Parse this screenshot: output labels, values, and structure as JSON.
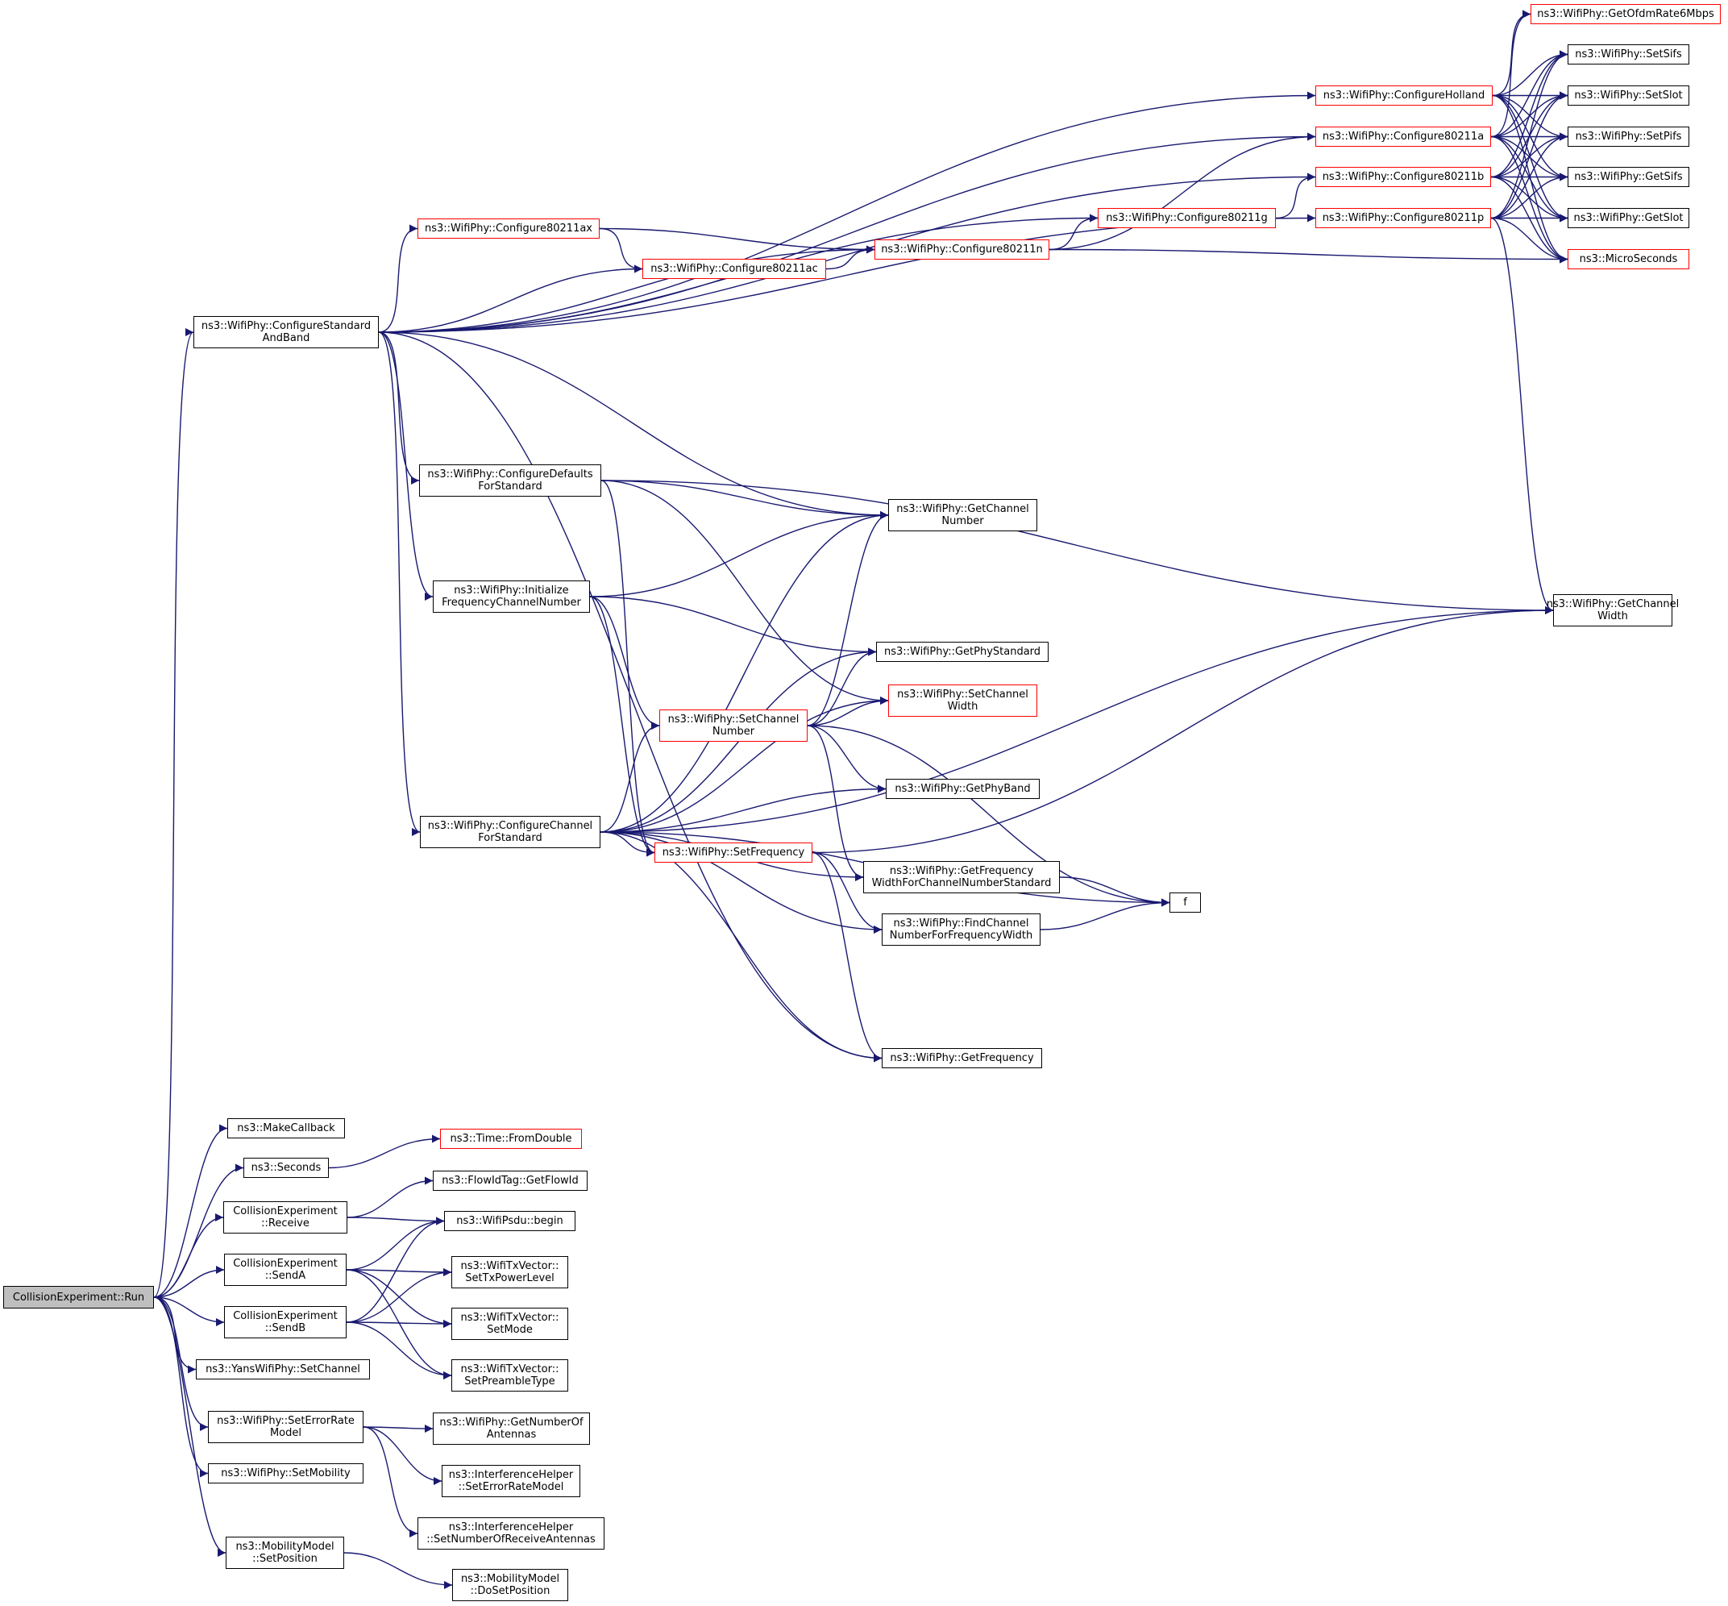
{
  "colors": {
    "edge": "#191970",
    "node_border": "#000000",
    "link_border": "#ff0000",
    "root_fill": "#bfbfbf"
  },
  "nodes": [
    {
      "id": "run",
      "label": "CollisionExperiment::Run",
      "style": "root"
    },
    {
      "id": "csab",
      "label": "ns3::WifiPhy::ConfigureStandard\nAndBand"
    },
    {
      "id": "mkcb",
      "label": "ns3::MakeCallback"
    },
    {
      "id": "secs",
      "label": "ns3::Seconds"
    },
    {
      "id": "recv",
      "label": "CollisionExperiment\n::Receive"
    },
    {
      "id": "senda",
      "label": "CollisionExperiment\n::SendA"
    },
    {
      "id": "sendb",
      "label": "CollisionExperiment\n::SendB"
    },
    {
      "id": "yset",
      "label": "ns3::YansWifiPhy::SetChannel"
    },
    {
      "id": "serm",
      "label": "ns3::WifiPhy::SetErrorRate\nModel"
    },
    {
      "id": "smob",
      "label": "ns3::WifiPhy::SetMobility"
    },
    {
      "id": "mmsp",
      "label": "ns3::MobilityModel\n::SetPosition"
    },
    {
      "id": "c11ax",
      "label": "ns3::WifiPhy::Configure80211ax",
      "style": "red"
    },
    {
      "id": "c11ac",
      "label": "ns3::WifiPhy::Configure80211ac",
      "style": "red"
    },
    {
      "id": "c11n",
      "label": "ns3::WifiPhy::Configure80211n",
      "style": "red"
    },
    {
      "id": "c11g",
      "label": "ns3::WifiPhy::Configure80211g",
      "style": "red"
    },
    {
      "id": "chol",
      "label": "ns3::WifiPhy::ConfigureHolland",
      "style": "red"
    },
    {
      "id": "c11a",
      "label": "ns3::WifiPhy::Configure80211a",
      "style": "red"
    },
    {
      "id": "c11b",
      "label": "ns3::WifiPhy::Configure80211b",
      "style": "red"
    },
    {
      "id": "c11p",
      "label": "ns3::WifiPhy::Configure80211p",
      "style": "red"
    },
    {
      "id": "gofdm",
      "label": "ns3::WifiPhy::GetOfdmRate6Mbps",
      "style": "red"
    },
    {
      "id": "ssifs",
      "label": "ns3::WifiPhy::SetSifs"
    },
    {
      "id": "sslot",
      "label": "ns3::WifiPhy::SetSlot"
    },
    {
      "id": "spifs",
      "label": "ns3::WifiPhy::SetPifs"
    },
    {
      "id": "gsifs",
      "label": "ns3::WifiPhy::GetSifs"
    },
    {
      "id": "gslot",
      "label": "ns3::WifiPhy::GetSlot"
    },
    {
      "id": "musec",
      "label": "ns3::MicroSeconds",
      "style": "red"
    },
    {
      "id": "cdfs",
      "label": "ns3::WifiPhy::ConfigureDefaults\nForStandard"
    },
    {
      "id": "ifcn",
      "label": "ns3::WifiPhy::Initialize\nFrequencyChannelNumber"
    },
    {
      "id": "ccfs",
      "label": "ns3::WifiPhy::ConfigureChannel\nForStandard"
    },
    {
      "id": "gchn",
      "label": "ns3::WifiPhy::GetChannel\nNumber"
    },
    {
      "id": "gchw",
      "label": "ns3::WifiPhy::GetChannel\nWidth"
    },
    {
      "id": "gpst",
      "label": "ns3::WifiPhy::GetPhyStandard"
    },
    {
      "id": "schw",
      "label": "ns3::WifiPhy::SetChannel\nWidth",
      "style": "red"
    },
    {
      "id": "schn",
      "label": "ns3::WifiPhy::SetChannel\nNumber",
      "style": "red"
    },
    {
      "id": "gpb",
      "label": "ns3::WifiPhy::GetPhyBand"
    },
    {
      "id": "sfrq",
      "label": "ns3::WifiPhy::SetFrequency",
      "style": "red"
    },
    {
      "id": "gfw",
      "label": "ns3::WifiPhy::GetFrequency\nWidthForChannelNumberStandard"
    },
    {
      "id": "fcn",
      "label": "ns3::WifiPhy::FindChannel\nNumberForFrequencyWidth"
    },
    {
      "id": "f",
      "label": "f"
    },
    {
      "id": "gfrq",
      "label": "ns3::WifiPhy::GetFrequency"
    },
    {
      "id": "tfd",
      "label": "ns3::Time::FromDouble",
      "style": "red"
    },
    {
      "id": "fgid",
      "label": "ns3::FlowIdTag::GetFlowId"
    },
    {
      "id": "psdu",
      "label": "ns3::WifiPsdu::begin"
    },
    {
      "id": "stpl",
      "label": "ns3::WifiTxVector::\nSetTxPowerLevel"
    },
    {
      "id": "smode",
      "label": "ns3::WifiTxVector::\nSetMode"
    },
    {
      "id": "spt",
      "label": "ns3::WifiTxVector::\nSetPreambleType"
    },
    {
      "id": "gnoa",
      "label": "ns3::WifiPhy::GetNumberOf\nAntennas"
    },
    {
      "id": "ihserm",
      "label": "ns3::InterferenceHelper\n::SetErrorRateModel"
    },
    {
      "id": "ihsnra",
      "label": "ns3::InterferenceHelper\n::SetNumberOfReceiveAntennas"
    },
    {
      "id": "mmdsp",
      "label": "ns3::MobilityModel\n::DoSetPosition"
    }
  ],
  "edges": [
    [
      "run",
      "csab"
    ],
    [
      "run",
      "mkcb"
    ],
    [
      "run",
      "secs"
    ],
    [
      "run",
      "recv"
    ],
    [
      "run",
      "senda"
    ],
    [
      "run",
      "sendb"
    ],
    [
      "run",
      "yset"
    ],
    [
      "run",
      "serm"
    ],
    [
      "run",
      "smob"
    ],
    [
      "run",
      "mmsp"
    ],
    [
      "csab",
      "chol"
    ],
    [
      "csab",
      "c11a"
    ],
    [
      "csab",
      "c11b"
    ],
    [
      "csab",
      "c11g"
    ],
    [
      "csab",
      "c11ax"
    ],
    [
      "csab",
      "c11ac"
    ],
    [
      "csab",
      "c11n"
    ],
    [
      "csab",
      "c11p"
    ],
    [
      "csab",
      "cdfs"
    ],
    [
      "csab",
      "ifcn"
    ],
    [
      "csab",
      "ccfs"
    ],
    [
      "csab",
      "gchn"
    ],
    [
      "csab",
      "gfrq"
    ],
    [
      "c11ax",
      "c11n"
    ],
    [
      "c11ax",
      "c11ac"
    ],
    [
      "c11ac",
      "c11n"
    ],
    [
      "c11n",
      "c11a"
    ],
    [
      "c11n",
      "c11g"
    ],
    [
      "c11n",
      "musec"
    ],
    [
      "c11g",
      "c11b"
    ],
    [
      "chol",
      "gofdm"
    ],
    [
      "chol",
      "ssifs"
    ],
    [
      "chol",
      "sslot"
    ],
    [
      "chol",
      "spifs"
    ],
    [
      "chol",
      "gsifs"
    ],
    [
      "chol",
      "gslot"
    ],
    [
      "chol",
      "musec"
    ],
    [
      "c11a",
      "gofdm"
    ],
    [
      "c11a",
      "ssifs"
    ],
    [
      "c11a",
      "sslot"
    ],
    [
      "c11a",
      "spifs"
    ],
    [
      "c11a",
      "gsifs"
    ],
    [
      "c11a",
      "gslot"
    ],
    [
      "c11a",
      "musec"
    ],
    [
      "c11b",
      "ssifs"
    ],
    [
      "c11b",
      "sslot"
    ],
    [
      "c11b",
      "spifs"
    ],
    [
      "c11b",
      "gsifs"
    ],
    [
      "c11b",
      "gslot"
    ],
    [
      "c11b",
      "musec"
    ],
    [
      "c11p",
      "ssifs"
    ],
    [
      "c11p",
      "sslot"
    ],
    [
      "c11p",
      "spifs"
    ],
    [
      "c11p",
      "gsifs"
    ],
    [
      "c11p",
      "gslot"
    ],
    [
      "c11p",
      "musec"
    ],
    [
      "c11p",
      "gchw"
    ],
    [
      "cdfs",
      "gchw"
    ],
    [
      "cdfs",
      "gchn"
    ],
    [
      "cdfs",
      "schw"
    ],
    [
      "cdfs",
      "sfrq"
    ],
    [
      "ifcn",
      "gchn"
    ],
    [
      "ifcn",
      "gpst"
    ],
    [
      "ifcn",
      "schn"
    ],
    [
      "ifcn",
      "sfrq"
    ],
    [
      "ccfs",
      "gchn"
    ],
    [
      "ccfs",
      "gpst"
    ],
    [
      "ccfs",
      "schw"
    ],
    [
      "ccfs",
      "schn"
    ],
    [
      "ccfs",
      "gpb"
    ],
    [
      "ccfs",
      "sfrq"
    ],
    [
      "ccfs",
      "gfw"
    ],
    [
      "ccfs",
      "fcn"
    ],
    [
      "ccfs",
      "f"
    ],
    [
      "ccfs",
      "gchw"
    ],
    [
      "ccfs",
      "gfrq"
    ],
    [
      "schn",
      "gchn"
    ],
    [
      "schn",
      "gpst"
    ],
    [
      "schn",
      "schw"
    ],
    [
      "schn",
      "gpb"
    ],
    [
      "schn",
      "gfw"
    ],
    [
      "schn",
      "f"
    ],
    [
      "sfrq",
      "gchw"
    ],
    [
      "sfrq",
      "fcn"
    ],
    [
      "sfrq",
      "gfrq"
    ],
    [
      "gfw",
      "f"
    ],
    [
      "fcn",
      "f"
    ],
    [
      "secs",
      "tfd"
    ],
    [
      "recv",
      "fgid"
    ],
    [
      "recv",
      "psdu"
    ],
    [
      "senda",
      "psdu"
    ],
    [
      "senda",
      "stpl"
    ],
    [
      "senda",
      "smode"
    ],
    [
      "senda",
      "spt"
    ],
    [
      "sendb",
      "psdu"
    ],
    [
      "sendb",
      "stpl"
    ],
    [
      "sendb",
      "smode"
    ],
    [
      "sendb",
      "spt"
    ],
    [
      "serm",
      "gnoa"
    ],
    [
      "serm",
      "ihserm"
    ],
    [
      "serm",
      "ihsnra"
    ],
    [
      "mmsp",
      "mmdsp"
    ]
  ]
}
